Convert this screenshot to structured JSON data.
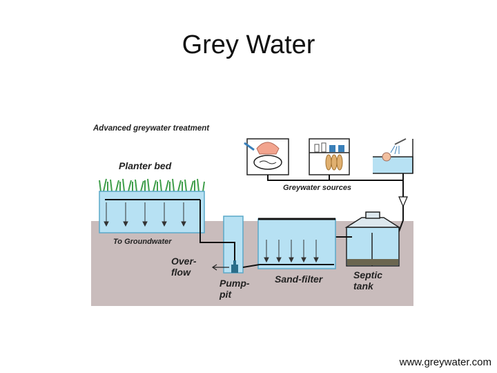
{
  "slide": {
    "title": "Grey Water",
    "footer": "www.greywater.com"
  },
  "diagram": {
    "heading": "Advanced greywater treatment",
    "labels": {
      "planter_bed": "Planter bed",
      "greywater_sources": "Greywater sources",
      "to_groundwater": "To Groundwater",
      "overflow_line1": "Over-",
      "overflow_line2": "flow",
      "pump_line1": "Pump-",
      "pump_line2": "pit",
      "sand_filter": "Sand-filter",
      "septic_line1": "Septic",
      "septic_line2": "tank"
    },
    "colors": {
      "soil": "#c9bcbc",
      "water": "#b7e1f3",
      "pipe": "#111111",
      "plants": "#3f9e4a",
      "sludge": "#6b6650"
    }
  }
}
